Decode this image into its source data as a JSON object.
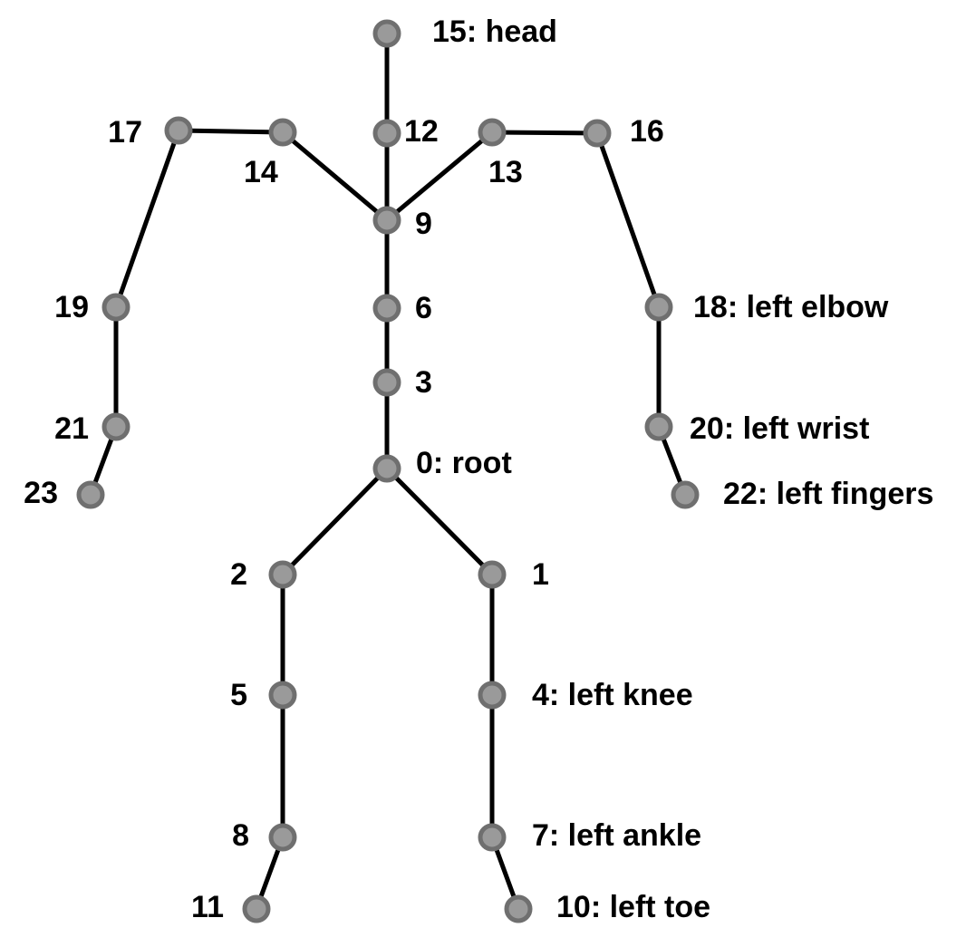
{
  "skeleton": {
    "colors": {
      "bone": "#000000",
      "joint_fill": "#9a9a9a",
      "joint_stroke": "#6f6f6f",
      "label": "#000000",
      "background": "#ffffff"
    },
    "joints": [
      {
        "id": 0,
        "label": "0: root"
      },
      {
        "id": 1,
        "label": "1"
      },
      {
        "id": 2,
        "label": "2"
      },
      {
        "id": 3,
        "label": "3"
      },
      {
        "id": 4,
        "label": "4: left knee"
      },
      {
        "id": 5,
        "label": "5"
      },
      {
        "id": 6,
        "label": "6"
      },
      {
        "id": 7,
        "label": "7: left ankle"
      },
      {
        "id": 8,
        "label": "8"
      },
      {
        "id": 9,
        "label": "9"
      },
      {
        "id": 10,
        "label": "10: left toe"
      },
      {
        "id": 11,
        "label": "11"
      },
      {
        "id": 12,
        "label": "12"
      },
      {
        "id": 13,
        "label": "13"
      },
      {
        "id": 14,
        "label": "14"
      },
      {
        "id": 15,
        "label": "15: head"
      },
      {
        "id": 16,
        "label": "16"
      },
      {
        "id": 17,
        "label": "17"
      },
      {
        "id": 18,
        "label": "18: left elbow"
      },
      {
        "id": 19,
        "label": "19"
      },
      {
        "id": 20,
        "label": "20: left wrist"
      },
      {
        "id": 21,
        "label": "21"
      },
      {
        "id": 22,
        "label": "22: left fingers"
      },
      {
        "id": 23,
        "label": "23"
      }
    ],
    "bones": [
      [
        15,
        12
      ],
      [
        12,
        9
      ],
      [
        9,
        6
      ],
      [
        6,
        3
      ],
      [
        3,
        0
      ],
      [
        9,
        14
      ],
      [
        14,
        17
      ],
      [
        17,
        19
      ],
      [
        19,
        21
      ],
      [
        21,
        23
      ],
      [
        9,
        13
      ],
      [
        13,
        16
      ],
      [
        16,
        18
      ],
      [
        18,
        20
      ],
      [
        20,
        22
      ],
      [
        0,
        2
      ],
      [
        2,
        5
      ],
      [
        5,
        8
      ],
      [
        8,
        11
      ],
      [
        0,
        1
      ],
      [
        1,
        4
      ],
      [
        4,
        7
      ],
      [
        7,
        10
      ]
    ]
  }
}
